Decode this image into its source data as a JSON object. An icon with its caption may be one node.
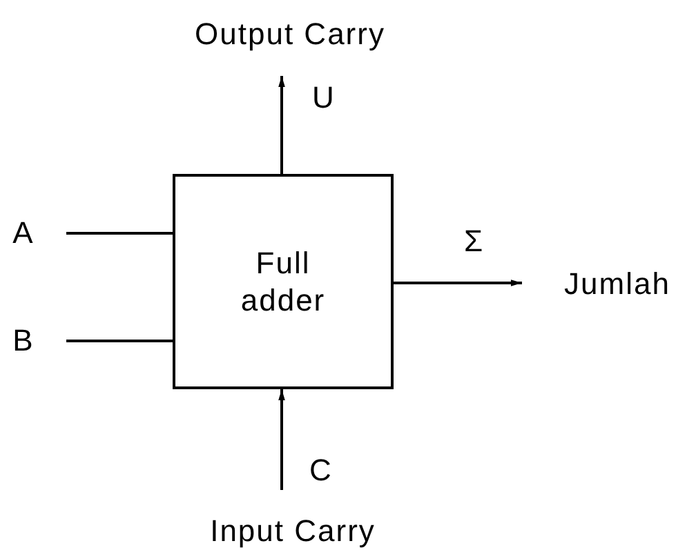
{
  "diagram": {
    "nodes": [
      {
        "text": [
          "Full adder"
        ]
      },
      {
        "text": [
          "A"
        ]
      },
      {
        "text": [
          "B"
        ]
      },
      {
        "text": [
          "Output Carry"
        ]
      },
      {
        "text": [
          "Jumlah"
        ]
      },
      {
        "text": [
          "Input Carry"
        ]
      }
    ],
    "edges": [
      {
        "from": 1,
        "to": 0,
        "arrow": "none"
      },
      {
        "from": 2,
        "to": 0,
        "arrow": "none"
      },
      {
        "from": 0,
        "to": 3,
        "arrow": "to",
        "label": "U"
      },
      {
        "from": 0,
        "to": 4,
        "arrow": "to",
        "label": "Σ"
      },
      {
        "from": 5,
        "to": 0,
        "arrow": "to",
        "label": "C"
      }
    ]
  }
}
